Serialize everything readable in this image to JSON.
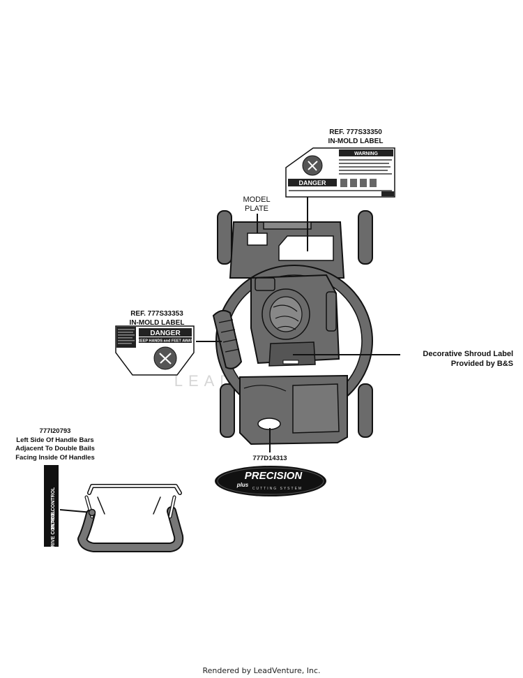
{
  "callouts": {
    "top_label_ref": "REF. 777S33350",
    "top_label_type": "IN-MOLD LABEL",
    "model_plate_line1": "MODEL",
    "model_plate_line2": "PLATE",
    "left_label_ref": "REF. 777S33353",
    "left_label_type": "IN-MOLD LABEL",
    "shroud_line1": "Decorative Shroud Label",
    "shroud_line2": "Provided by B&S",
    "precision_part": "777D14313",
    "handle_part": "777I20793",
    "handle_line1": "Left Side Of Handle Bars",
    "handle_line2": "Adjacent To Double Bails",
    "handle_line3": "Facing Inside Of Handles"
  },
  "labels": {
    "danger": "DANGER",
    "warning": "WARNING",
    "keep_hands": "KEEP HANDS and FEET AWAY",
    "precision_brand": "PRECISION",
    "precision_plus": "plus",
    "precision_sub": "CUTTING SYSTEM",
    "blade_control": "BLADE CONTROL",
    "drive_control": "DRIVE CONTROL"
  },
  "watermark": "LEADVENTURE",
  "footer": "Rendered by LeadVenture, Inc."
}
